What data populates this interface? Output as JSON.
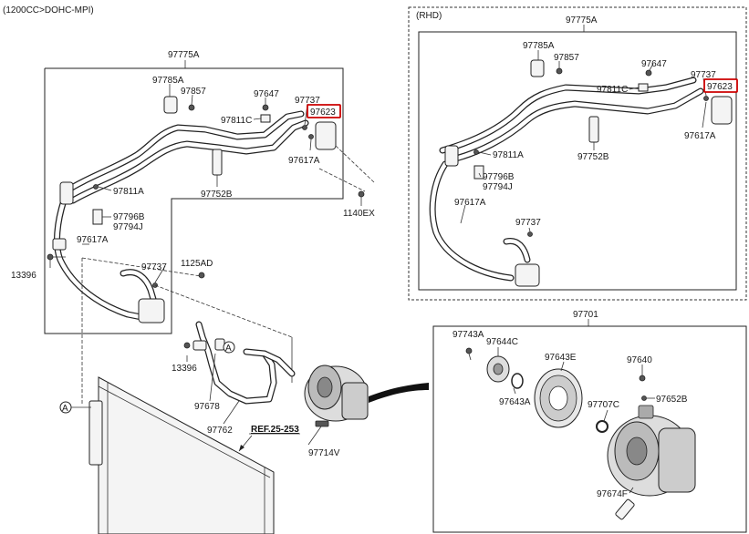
{
  "header": {
    "engine_note": "(1200CC>DOHC-MPI)"
  },
  "rhd_box": {
    "tag": "(RHD)"
  },
  "main": {
    "l_97775A": "97775A",
    "l_97785A": "97785A",
    "l_97857": "97857",
    "l_97647": "97647",
    "l_97737_top": "97737",
    "l_97623": "97623",
    "l_97811C": "97811C",
    "l_97617A_top": "97617A",
    "l_97752B": "97752B",
    "l_1140EX": "1140EX",
    "l_97811A": "97811A",
    "l_97796B": "97796B",
    "l_97794J": "97794J",
    "l_97617A_left": "97617A",
    "l_13396_left": "13396",
    "l_97737_mid": "97737",
    "l_1125AD": "1125AD",
    "l_13396_mid": "13396",
    "l_97678": "97678",
    "l_97762": "97762",
    "ref": "REF.25-253",
    "l_97714V": "97714V",
    "circle_a": "A"
  },
  "rhd": {
    "l_97775A": "97775A",
    "l_97785A": "97785A",
    "l_97857": "97857",
    "l_97647": "97647",
    "l_97737_top": "97737",
    "l_97811C": "97811C",
    "l_97623": "97623",
    "l_97617A_right": "97617A",
    "l_97752B": "97752B",
    "l_97811A": "97811A",
    "l_97796B": "97796B",
    "l_97794J": "97794J",
    "l_97617A_left": "97617A",
    "l_97737_low": "97737"
  },
  "compressor": {
    "l_97701": "97701",
    "l_97743A": "97743A",
    "l_97644C": "97644C",
    "l_97643E": "97643E",
    "l_97640": "97640",
    "l_97643A": "97643A",
    "l_97652B": "97652B",
    "l_97707C": "97707C",
    "l_97674F": "97674F"
  },
  "highlight_color": "#cc0000"
}
